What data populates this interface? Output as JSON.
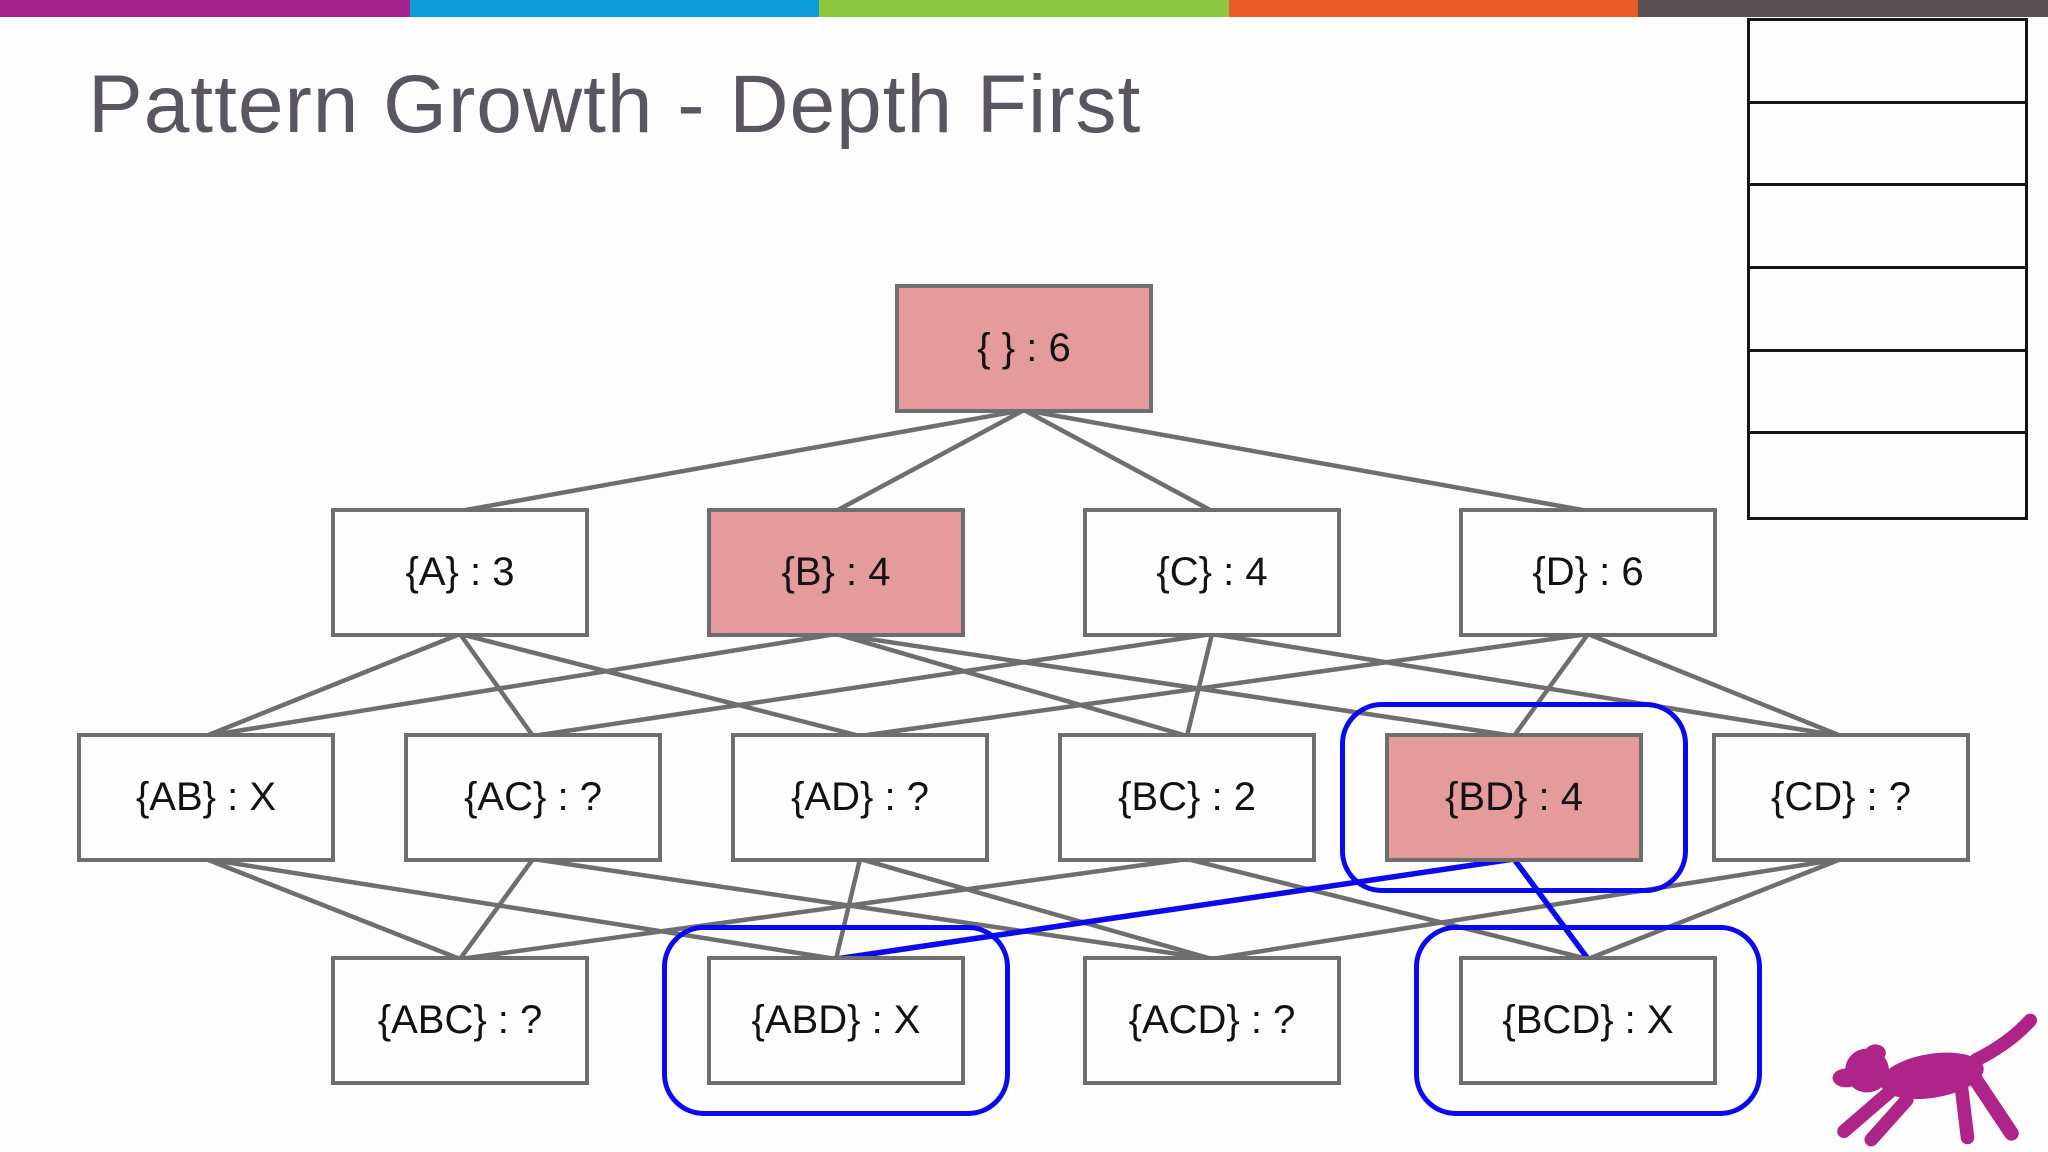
{
  "slide": {
    "title": "Pattern Growth - Depth First"
  },
  "top_bar": {
    "segments": [
      {
        "name": "magenta",
        "color": "#A6208E"
      },
      {
        "name": "blue",
        "color": "#0F9CD8"
      },
      {
        "name": "green",
        "color": "#8DC63F"
      },
      {
        "name": "orange",
        "color": "#EA5B27"
      },
      {
        "name": "gray",
        "color": "#575153"
      }
    ]
  },
  "side_table": {
    "rows": [
      "",
      "",
      "",
      "",
      "",
      ""
    ]
  },
  "diagram": {
    "type": "itemset-lattice",
    "nodes": {
      "root": {
        "label": "{ } : 6",
        "highlighted": true,
        "ringed": false
      },
      "a": {
        "label": "{A} : 3",
        "highlighted": false,
        "ringed": false
      },
      "b": {
        "label": "{B} : 4",
        "highlighted": true,
        "ringed": false
      },
      "c": {
        "label": "{C} : 4",
        "highlighted": false,
        "ringed": false
      },
      "d": {
        "label": "{D} : 6",
        "highlighted": false,
        "ringed": false
      },
      "ab": {
        "label": "{AB} : X",
        "highlighted": false,
        "ringed": false
      },
      "ac": {
        "label": "{AC} : ?",
        "highlighted": false,
        "ringed": false
      },
      "ad": {
        "label": "{AD} : ?",
        "highlighted": false,
        "ringed": false
      },
      "bc": {
        "label": "{BC} : 2",
        "highlighted": false,
        "ringed": false
      },
      "bd": {
        "label": "{BD} : 4",
        "highlighted": true,
        "ringed": true
      },
      "cd": {
        "label": "{CD} : ?",
        "highlighted": false,
        "ringed": false
      },
      "abc": {
        "label": "{ABC} : ?",
        "highlighted": false,
        "ringed": false
      },
      "abd": {
        "label": "{ABD} : X",
        "highlighted": false,
        "ringed": true
      },
      "acd": {
        "label": "{ACD} : ?",
        "highlighted": false,
        "ringed": false
      },
      "bcd": {
        "label": "{BCD} : X",
        "highlighted": false,
        "ringed": true
      }
    },
    "edges": [
      {
        "from": "root",
        "to": "a"
      },
      {
        "from": "root",
        "to": "b"
      },
      {
        "from": "root",
        "to": "c"
      },
      {
        "from": "root",
        "to": "d"
      },
      {
        "from": "a",
        "to": "ab"
      },
      {
        "from": "a",
        "to": "ac"
      },
      {
        "from": "a",
        "to": "ad"
      },
      {
        "from": "b",
        "to": "ab"
      },
      {
        "from": "b",
        "to": "bc"
      },
      {
        "from": "b",
        "to": "bd"
      },
      {
        "from": "c",
        "to": "ac"
      },
      {
        "from": "c",
        "to": "bc"
      },
      {
        "from": "c",
        "to": "cd"
      },
      {
        "from": "d",
        "to": "ad"
      },
      {
        "from": "d",
        "to": "bd"
      },
      {
        "from": "d",
        "to": "cd"
      },
      {
        "from": "ab",
        "to": "abc"
      },
      {
        "from": "ab",
        "to": "abd"
      },
      {
        "from": "ac",
        "to": "abc"
      },
      {
        "from": "ac",
        "to": "acd"
      },
      {
        "from": "ad",
        "to": "abd"
      },
      {
        "from": "ad",
        "to": "acd"
      },
      {
        "from": "bc",
        "to": "abc"
      },
      {
        "from": "bc",
        "to": "bcd"
      },
      {
        "from": "cd",
        "to": "acd"
      },
      {
        "from": "cd",
        "to": "bcd"
      },
      {
        "from": "bd",
        "to": "abd",
        "blue": true
      },
      {
        "from": "bd",
        "to": "bcd",
        "blue": true
      }
    ]
  },
  "logo": {
    "icon": "dog-logo",
    "color": "#AE2489"
  },
  "colors": {
    "node_highlight_fill": "#E59A9C",
    "node_border": "#6E6E6E",
    "edge_gray": "#6E6E6E",
    "edge_blue": "#0A0AEE",
    "title_gray": "#5A5560",
    "table_border": "#151515"
  }
}
